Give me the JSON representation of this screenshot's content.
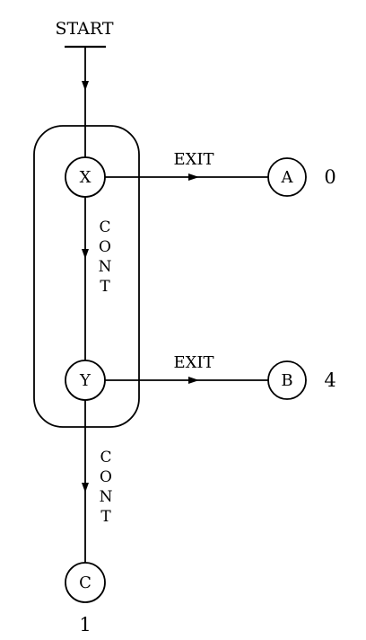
{
  "diagram": {
    "start_label": "START",
    "nodes": {
      "x": {
        "label": "X"
      },
      "y": {
        "label": "Y"
      },
      "a": {
        "label": "A",
        "value": "0"
      },
      "b": {
        "label": "B",
        "value": "4"
      },
      "c": {
        "label": "C",
        "value": "1"
      }
    },
    "edges": {
      "x_exit": {
        "label": "EXIT"
      },
      "y_exit": {
        "label": "EXIT"
      },
      "x_cont": {
        "label": [
          "C",
          "O",
          "N",
          "T"
        ]
      },
      "y_cont": {
        "label": [
          "C",
          "O",
          "N",
          "T"
        ]
      }
    }
  }
}
